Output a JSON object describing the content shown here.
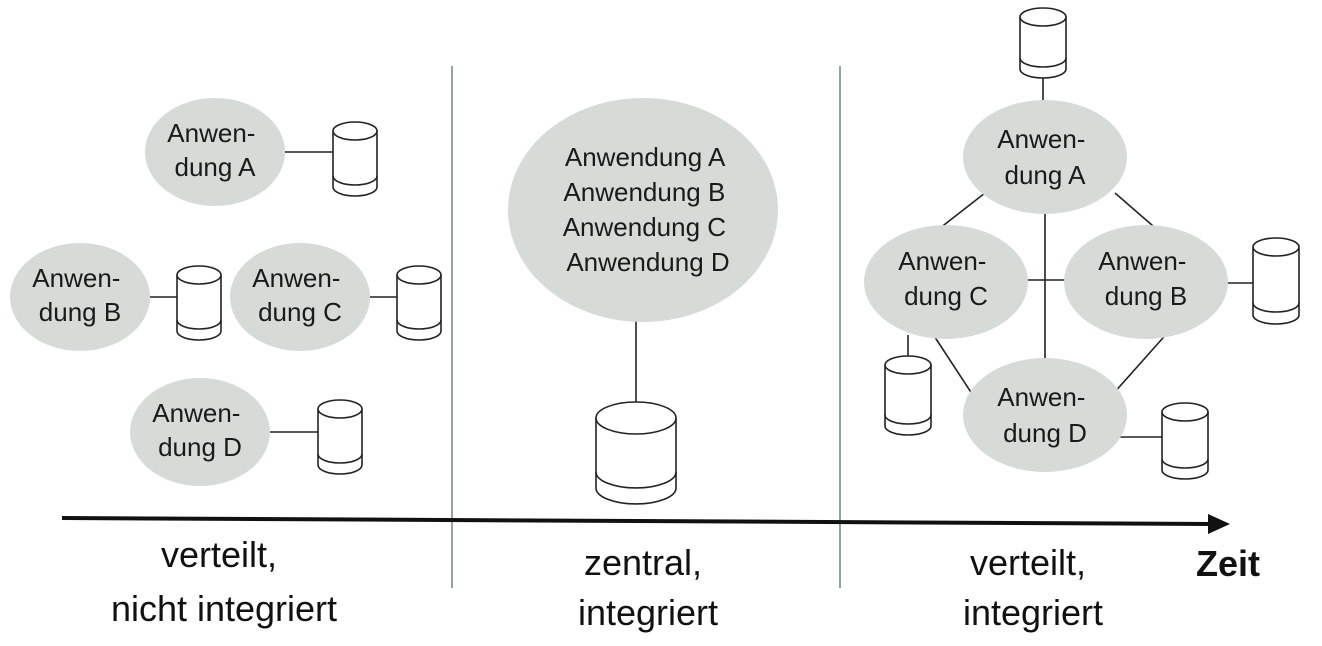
{
  "sections": [
    {
      "caption_lines": [
        "verteilt,",
        "nicht integriert"
      ]
    },
    {
      "caption_lines": [
        "zentral,",
        "integriert"
      ]
    },
    {
      "caption_lines": [
        "verteilt,",
        "integriert"
      ]
    }
  ],
  "apps": {
    "left_a": [
      "Anwen-",
      "dung A"
    ],
    "left_b": [
      "Anwen-",
      "dung B"
    ],
    "left_c": [
      "Anwen-",
      "dung C"
    ],
    "left_d": [
      "Anwen-",
      "dung D"
    ],
    "center": [
      "Anwendung A",
      "Anwendung B",
      "Anwendung C",
      "Anwendung D"
    ],
    "right_a": [
      "Anwen-",
      "dung A"
    ],
    "right_c": [
      "Anwen-",
      "dung C"
    ],
    "right_b": [
      "Anwen-",
      "dung B"
    ],
    "right_d": [
      "Anwen-",
      "dung D"
    ]
  },
  "axis_label": "Zeit"
}
